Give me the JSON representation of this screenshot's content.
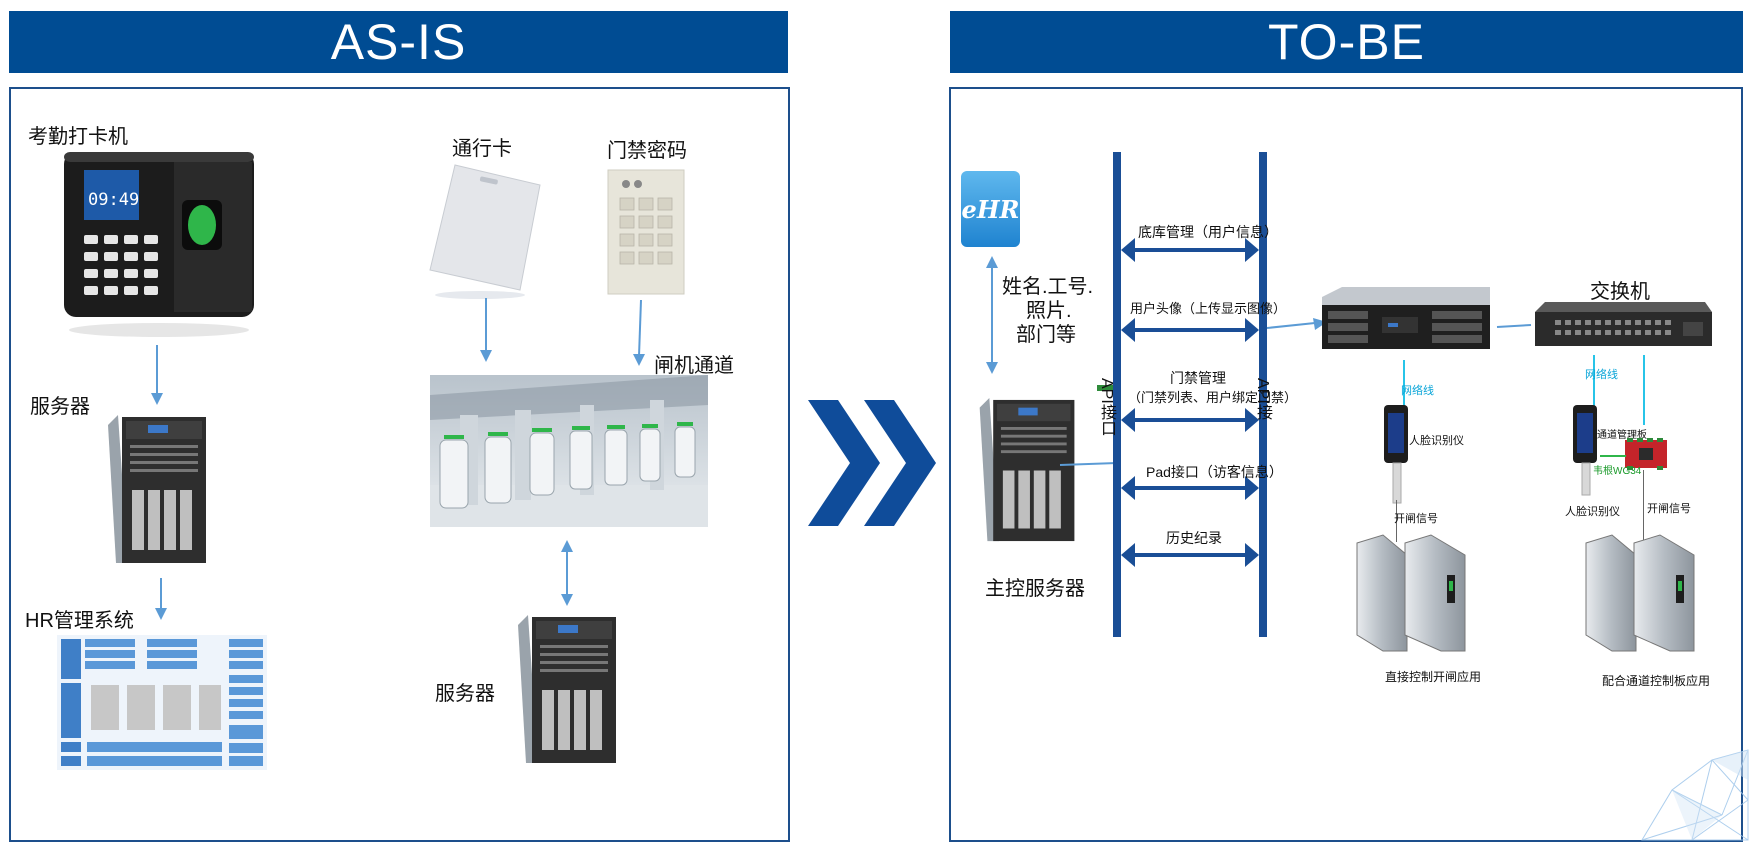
{
  "asis": {
    "title": "AS-IS",
    "attendance_label": "考勤打卡机",
    "clock_display": "09:49",
    "server_label_left": "服务器",
    "hr_label": "HR管理系统",
    "card_label": "通行卡",
    "password_label": "门禁密码",
    "gate_label": "闸机通道",
    "server_label_right": "服务器"
  },
  "tobe": {
    "title": "TO-BE",
    "ehr_logo": "eHR",
    "info_line1": "姓名.工号.",
    "info_line2": "照片.",
    "info_line3": "部门等",
    "main_server_label": "主控服务器",
    "api_left": "API接口",
    "api_right": "API接",
    "api_items": [
      "底库管理（用户信息）",
      "用户头像（上传显示图像）",
      "门禁管理",
      "（门禁列表、用户绑定门禁）",
      "Pad接口（访客信息）",
      "历史纪录"
    ],
    "switch_label": "交换机",
    "net_line_1": "网络线",
    "net_line_2": "网络线",
    "face_device_1": "人脸识别仪",
    "face_device_2": "人脸识别仪",
    "channel_board": "通道管理板",
    "wg34": "韦根WG34",
    "open_signal_1": "开闸信号",
    "open_signal_2": "开闸信号",
    "app_1": "直接控制开闸应用",
    "app_2": "配合通道控制板应用"
  },
  "colors": {
    "banner": "#004c93",
    "arrow_blue": "#1a4e96",
    "light_arrow": "#5b9bd5",
    "frame": "#1d4f8c"
  }
}
